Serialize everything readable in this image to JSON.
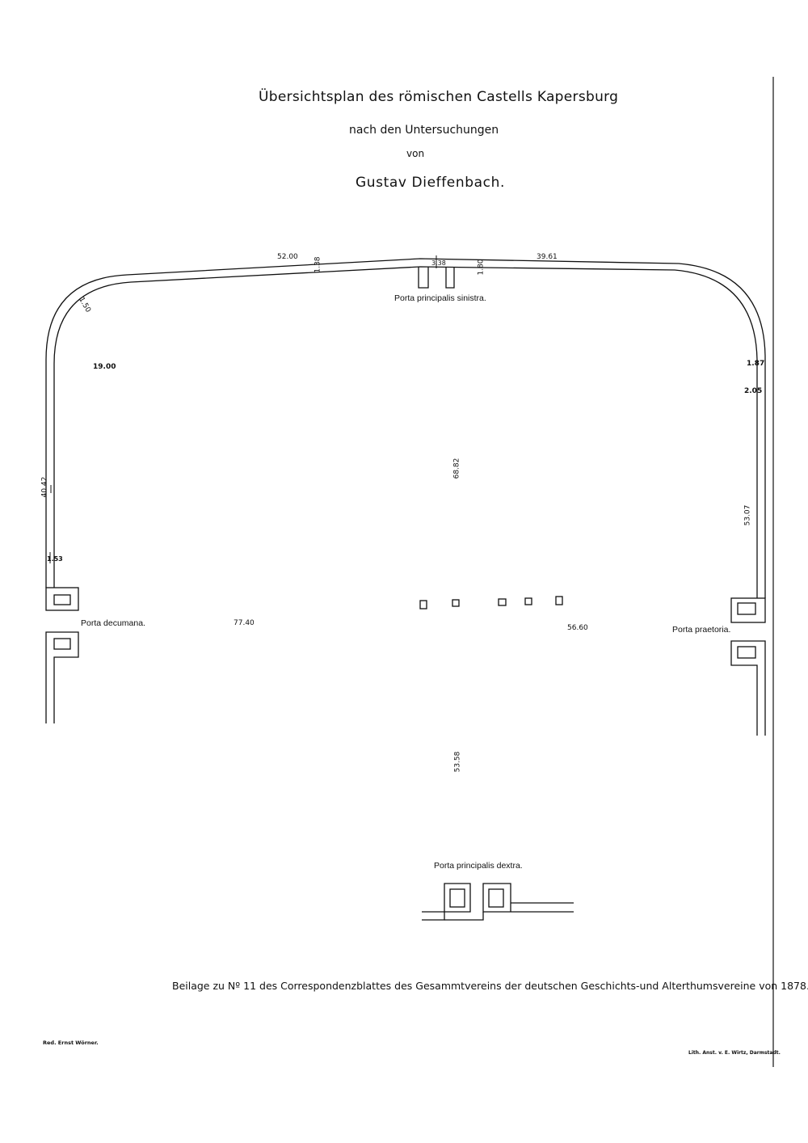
{
  "header": {
    "title": "Übersichtsplan des römischen Castells Kapersburg",
    "subtitle": "nach den Untersuchungen",
    "von": "von",
    "author": "Gustav Dieffenbach."
  },
  "gates": {
    "sinistra": "Porta principalis sinistra.",
    "decumana": "Porta decumana.",
    "praetoria": "Porta praetoria.",
    "dextra": "Porta principalis dextra."
  },
  "measurements": {
    "top_left": "52.00",
    "top_left_thick": "1.38",
    "gate_width": "3.38",
    "top_mid_thick": "1.80",
    "top_right": "39.61",
    "corner_tl": "1.50",
    "radius_label": "19.00",
    "right_thick_a": "1.87",
    "right_thick_b": "2.05",
    "left_side": "40.42",
    "center_vertical": "68.82",
    "right_side": "53.07",
    "left_thick": "1.53",
    "long_left": "77.40",
    "long_right": "56.60",
    "lower_vertical": "53.58"
  },
  "footer": {
    "caption": "Beilage zu Nº 11 des Correspondenzblattes des Gesammtvereins der deutschen Geschichts-und Alterthumsvereine von 1878.",
    "editor": "Red. Ernst Wörner.",
    "printer": "Lith. Anst. v. E. Wirtz, Darmstadt."
  },
  "colors": {
    "ink": "#111111",
    "paper": "#ffffff"
  }
}
